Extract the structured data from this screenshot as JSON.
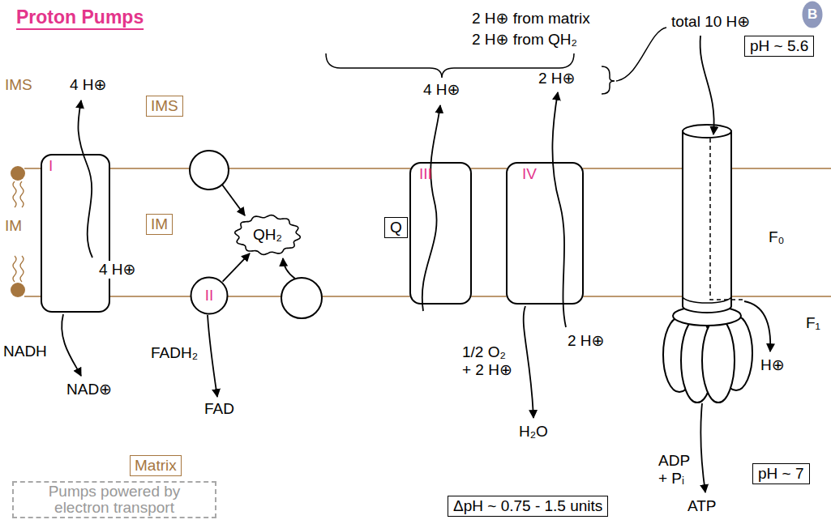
{
  "diagram": {
    "title": "Proton Pumps",
    "nodes": [
      {
        "text": [
          "B"
        ]
      },
      {
        "text": [
          "IMS"
        ]
      },
      {
        "text": [
          "I"
        ]
      },
      {
        "text": [
          "QH₂"
        ]
      },
      {
        "text": [
          "Q"
        ]
      },
      {
        "text": [
          "III"
        ]
      },
      {
        "text": [
          "IV"
        ]
      },
      {
        "text": [
          "pH ~ 5.6"
        ]
      },
      {
        "text": [
          "IM"
        ]
      },
      {
        "text": [
          "II"
        ]
      },
      {
        "text": [
          "Matrix"
        ]
      },
      {
        "text": [
          "pH ~ 7"
        ]
      },
      {
        "text": [
          "Pumps powered by electron transport"
        ]
      },
      {
        "text": [
          "ΔpH ~ 0.75 - 1.5 units"
        ]
      }
    ],
    "edges": [
      {
        "from": 9,
        "to": 3,
        "arrow": "to"
      }
    ],
    "labels": [
      "IMS",
      "IM",
      "4 H⊕",
      "4 H⊕",
      "NADH",
      "NAD⊕",
      "FADH₂",
      "FAD",
      "2 H⊕ from matrix",
      "2 H⊕ from QH₂",
      "4 H⊕",
      "2 H⊕",
      "total 10 H⊕",
      "2 H⊕",
      "1/2 O₂ + 2 H⊕",
      "H₂O",
      "F₀",
      "F₁",
      "H⊕",
      "ADP + Pᵢ",
      "ATP"
    ]
  }
}
